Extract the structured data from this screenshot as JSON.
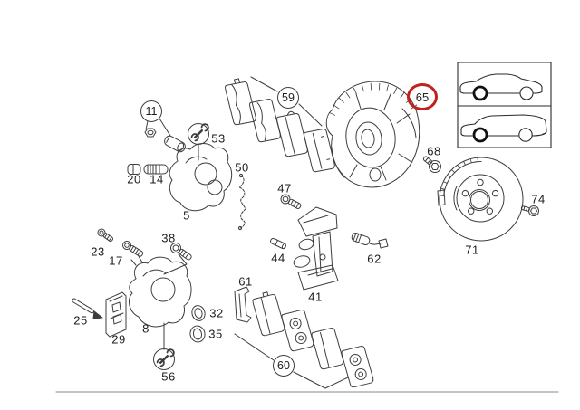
{
  "figure": {
    "type": "exploded-parts-diagram",
    "subject": "Front disc brake assembly parts diagram",
    "background_color": "#ffffff",
    "line_color": "#3d3d3d",
    "highlight_color": "#c42020"
  },
  "callouts": [
    {
      "label": "11",
      "style": "circled"
    },
    {
      "label": "20",
      "style": "plain"
    },
    {
      "label": "14",
      "style": "plain"
    },
    {
      "label": "53",
      "style": "wrench-circle"
    },
    {
      "label": "5",
      "style": "plain"
    },
    {
      "label": "23",
      "style": "plain"
    },
    {
      "label": "17",
      "style": "plain"
    },
    {
      "label": "38",
      "style": "plain"
    },
    {
      "label": "25",
      "style": "plain"
    },
    {
      "label": "29",
      "style": "plain"
    },
    {
      "label": "8",
      "style": "plain"
    },
    {
      "label": "56",
      "style": "wrench-circle"
    },
    {
      "label": "32",
      "style": "plain"
    },
    {
      "label": "35",
      "style": "plain"
    },
    {
      "label": "50",
      "style": "plain"
    },
    {
      "label": "59",
      "style": "circled"
    },
    {
      "label": "47",
      "style": "plain"
    },
    {
      "label": "44",
      "style": "plain"
    },
    {
      "label": "41",
      "style": "plain"
    },
    {
      "label": "62",
      "style": "plain"
    },
    {
      "label": "61",
      "style": "plain"
    },
    {
      "label": "60",
      "style": "circled"
    },
    {
      "label": "65",
      "style": "red-highlight-circle"
    },
    {
      "label": "68",
      "style": "plain"
    },
    {
      "label": "71",
      "style": "plain"
    },
    {
      "label": "74",
      "style": "plain"
    }
  ],
  "inset": {
    "items": [
      {
        "icon": "sedan-car-icon",
        "highlighted_wheel": "front"
      },
      {
        "icon": "wagon-car-icon",
        "highlighted_wheel": "front"
      }
    ]
  }
}
